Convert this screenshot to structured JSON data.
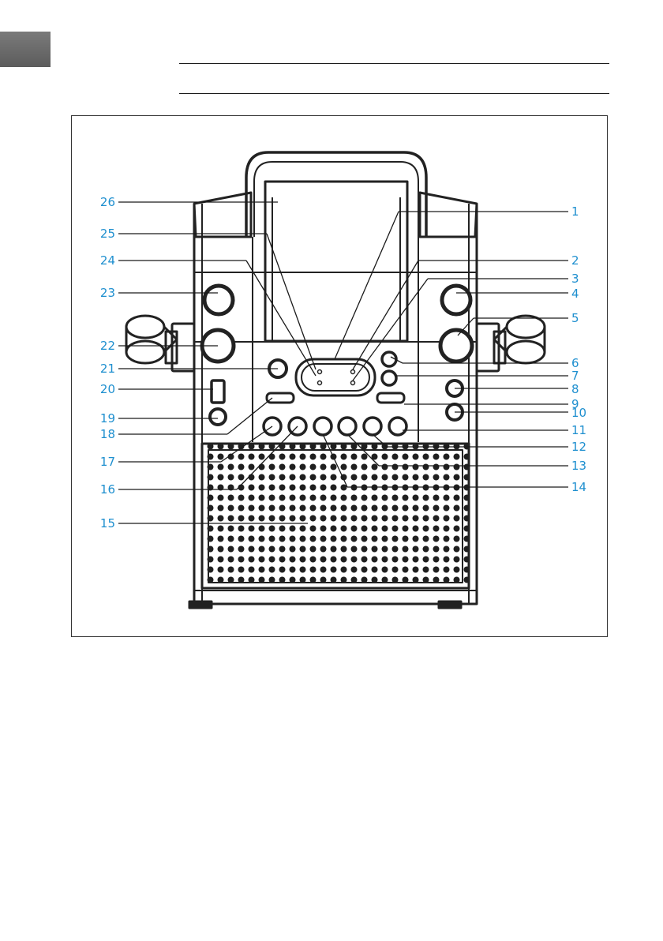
{
  "callouts": {
    "left": [
      "26",
      "25",
      "24",
      "23",
      "22",
      "21",
      "20",
      "19",
      "18",
      "17",
      "16",
      "15"
    ],
    "right": [
      "1",
      "2",
      "3",
      "4",
      "5",
      "6",
      "7",
      "8",
      "9",
      "10",
      "11",
      "12",
      "13",
      "14"
    ]
  },
  "colors": {
    "callout": "#1e8fcf",
    "line": "#1a1a1a",
    "tab": "#666666"
  }
}
